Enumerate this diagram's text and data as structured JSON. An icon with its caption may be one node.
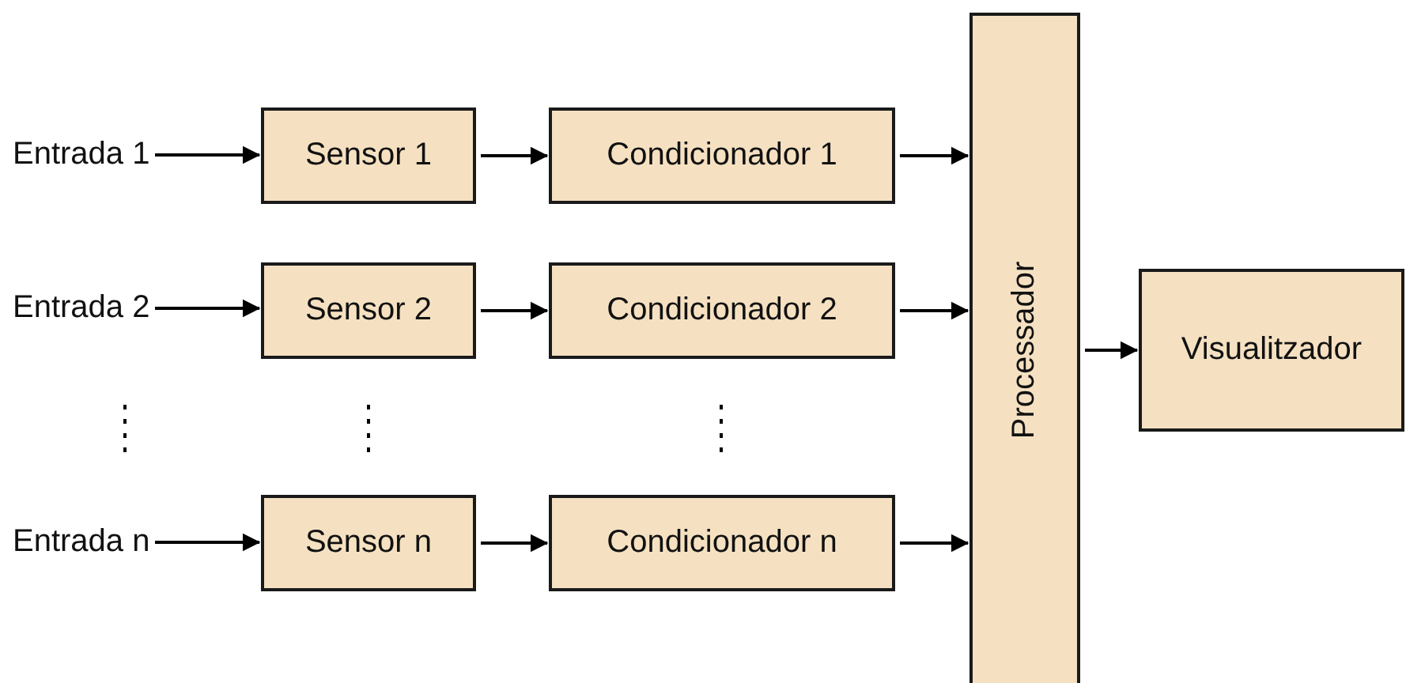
{
  "diagram": {
    "nodes": [
      {
        "text": [
          "Entrada 1"
        ]
      },
      {
        "text": [
          "Sensor 1"
        ]
      },
      {
        "text": [
          "Condicionador 1"
        ]
      },
      {
        "text": [
          "Entrada 2"
        ]
      },
      {
        "text": [
          "Sensor 2"
        ]
      },
      {
        "text": [
          "Condicionador 2"
        ]
      },
      {
        "text": [
          "Entrada n"
        ]
      },
      {
        "text": [
          "Sensor n"
        ]
      },
      {
        "text": [
          "Condicionador n"
        ]
      },
      {
        "text": [
          "Processador"
        ]
      },
      {
        "text": [
          "Visualitzador"
        ]
      }
    ],
    "edges": [
      {
        "from": 0,
        "to": 1,
        "arrow": "to"
      },
      {
        "from": 1,
        "to": 2,
        "arrow": "to"
      },
      {
        "from": 2,
        "to": 9,
        "arrow": "to"
      },
      {
        "from": 3,
        "to": 4,
        "arrow": "to"
      },
      {
        "from": 4,
        "to": 5,
        "arrow": "to"
      },
      {
        "from": 5,
        "to": 9,
        "arrow": "to"
      },
      {
        "from": 6,
        "to": 7,
        "arrow": "to"
      },
      {
        "from": 7,
        "to": 8,
        "arrow": "to"
      },
      {
        "from": 8,
        "to": 9,
        "arrow": "to"
      },
      {
        "from": 9,
        "to": 10,
        "arrow": "to"
      }
    ]
  }
}
